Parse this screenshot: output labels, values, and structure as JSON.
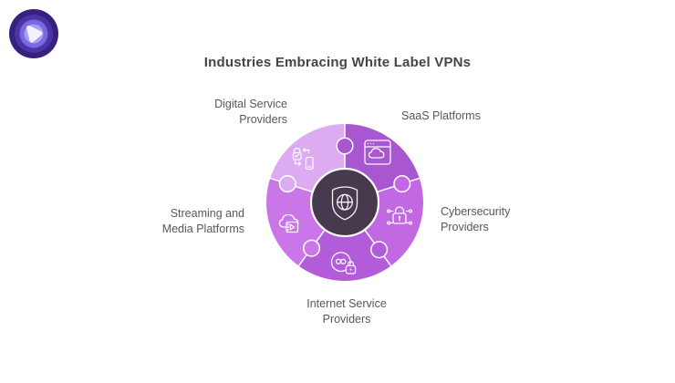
{
  "background": "#ffffff",
  "logo": {
    "name": "purevpn-logo",
    "rings": [
      "#37217f",
      "#4b34a6",
      "#7968e2",
      "#a79bf2"
    ],
    "core": "#f3f1fd"
  },
  "title": {
    "text": "Industries Embracing White Label VPNs",
    "color": "#44444c"
  },
  "diagram": {
    "type": "circular-puzzle-wheel",
    "center_badge": {
      "color": "#473a4e",
      "icon": "shield-globe-icon"
    },
    "label_color": "#56575f",
    "segments": [
      {
        "name": "saas-platforms",
        "label": "SaaS Platforms",
        "label_lines": [
          "SaaS Platforms"
        ],
        "color": "#a956d1",
        "icon": "browser-cloud-icon"
      },
      {
        "name": "cybersecurity-providers",
        "label": "Cybersecurity Providers",
        "label_lines": [
          "Cybersecurity",
          "Providers"
        ],
        "color": "#c168e2",
        "icon": "circuit-lock-icon"
      },
      {
        "name": "internet-service-providers",
        "label": "Internet Service Providers",
        "label_lines": [
          "Internet Service",
          "Providers"
        ],
        "color": "#b25cda",
        "icon": "globe-infinity-lock-icon"
      },
      {
        "name": "streaming-media-platforms",
        "label": "Streaming and Media Platforms",
        "label_lines": [
          "Streaming and",
          "Media Platforms"
        ],
        "color": "#ca76e9",
        "icon": "cloud-video-icon"
      },
      {
        "name": "digital-service-providers",
        "label": "Digital Service Providers",
        "label_lines": [
          "Digital Service",
          "Providers"
        ],
        "color": "#dcabf2",
        "icon": "device-sync-lock-icon"
      }
    ]
  }
}
